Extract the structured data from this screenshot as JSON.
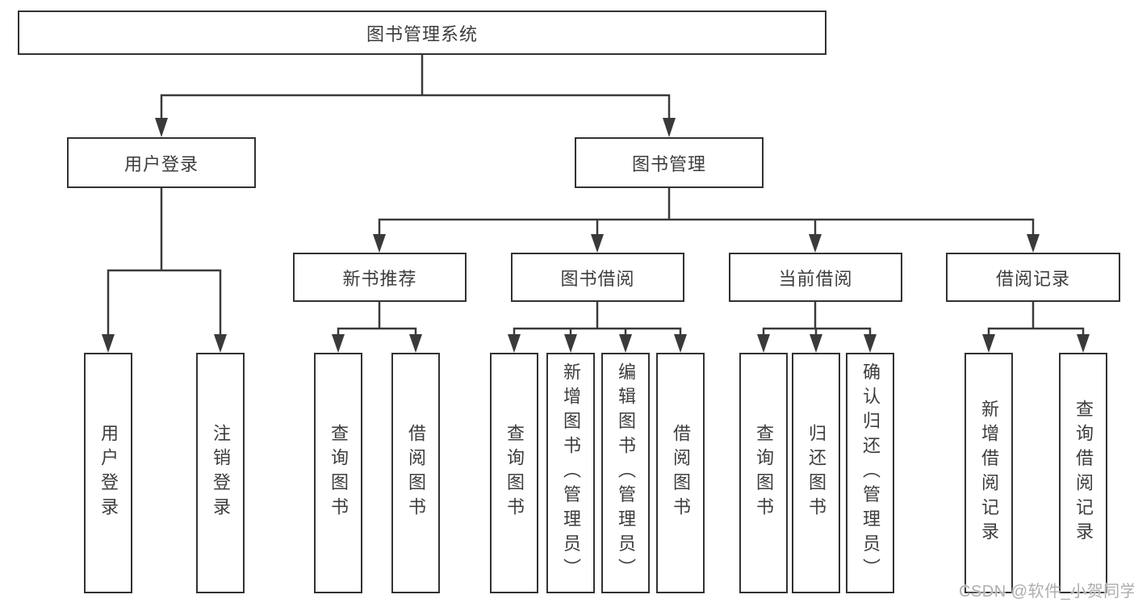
{
  "nodes": {
    "root": {
      "label": "图书管理系统"
    },
    "user_login": {
      "label": "用户登录"
    },
    "book_mgmt": {
      "label": "图书管理"
    },
    "new_books": {
      "label": "新书推荐"
    },
    "borrowing": {
      "label": "图书借阅"
    },
    "current": {
      "label": "当前借阅"
    },
    "records": {
      "label": "借阅记录"
    },
    "leaf_user_login": {
      "label": "用户登录"
    },
    "leaf_logout": {
      "label": "注销登录"
    },
    "leaf_nb_query": {
      "label": "查询图书"
    },
    "leaf_nb_borrow": {
      "label": "借阅图书"
    },
    "leaf_bw_query": {
      "label": "查询图书"
    },
    "leaf_bw_add": {
      "label": "新增图书（管理员）"
    },
    "leaf_bw_edit": {
      "label": "编辑图书（管理员）"
    },
    "leaf_bw_borrow": {
      "label": "借阅图书"
    },
    "leaf_cu_query": {
      "label": "查询图书"
    },
    "leaf_cu_return": {
      "label": "归还图书"
    },
    "leaf_cu_confirm": {
      "label": "确认归还（管理员）"
    },
    "leaf_rc_add": {
      "label": "新增借阅记录"
    },
    "leaf_rc_query": {
      "label": "查询借阅记录"
    }
  },
  "colors": {
    "line": "#3a3a3a",
    "border": "#323232",
    "text": "#3d3d3d",
    "watermark": "#aeaeae"
  },
  "watermark": {
    "text": "CSDN @软件_小贺同学"
  }
}
